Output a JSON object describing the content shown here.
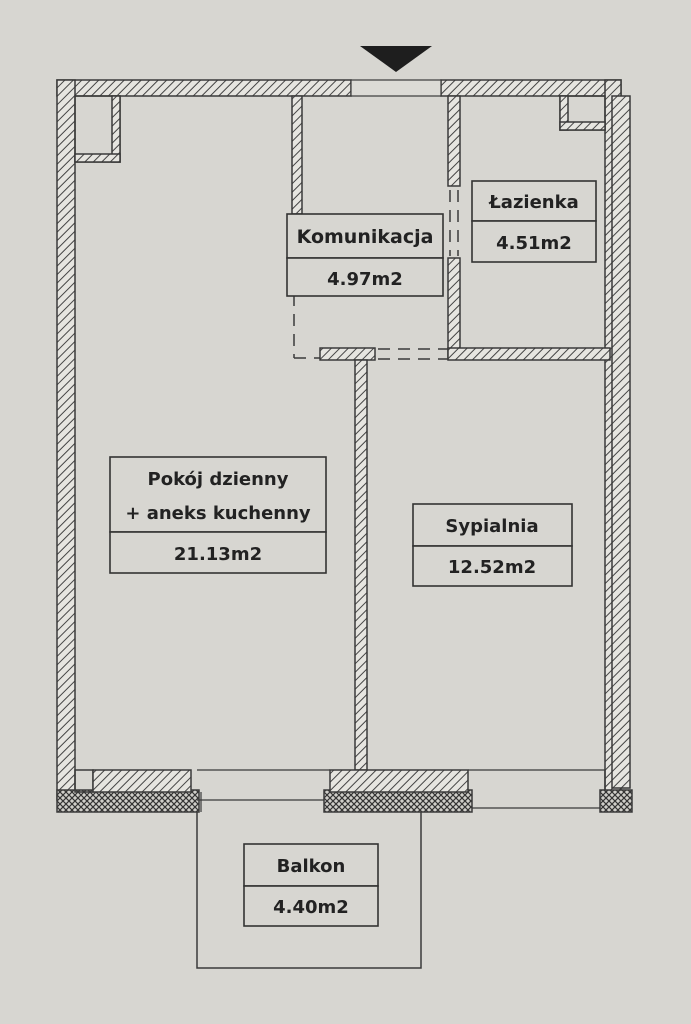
{
  "colors": {
    "paper": "#d7d6d1",
    "wall_stroke": "#3a3a3a",
    "ink": "#222222"
  },
  "icons": {
    "entrance": "entrance-arrow-icon"
  },
  "rooms": {
    "living": {
      "name_line1": "Pokój dzienny",
      "name_line2": "+ aneks kuchenny",
      "area": "21.13m2"
    },
    "hall": {
      "name": "Komunikacja",
      "area": "4.97m2"
    },
    "bathroom": {
      "name": "Łazienka",
      "area": "4.51m2"
    },
    "bedroom": {
      "name": "Sypialnia",
      "area": "12.52m2"
    },
    "balcony": {
      "name": "Balkon",
      "area": "4.40m2"
    }
  }
}
